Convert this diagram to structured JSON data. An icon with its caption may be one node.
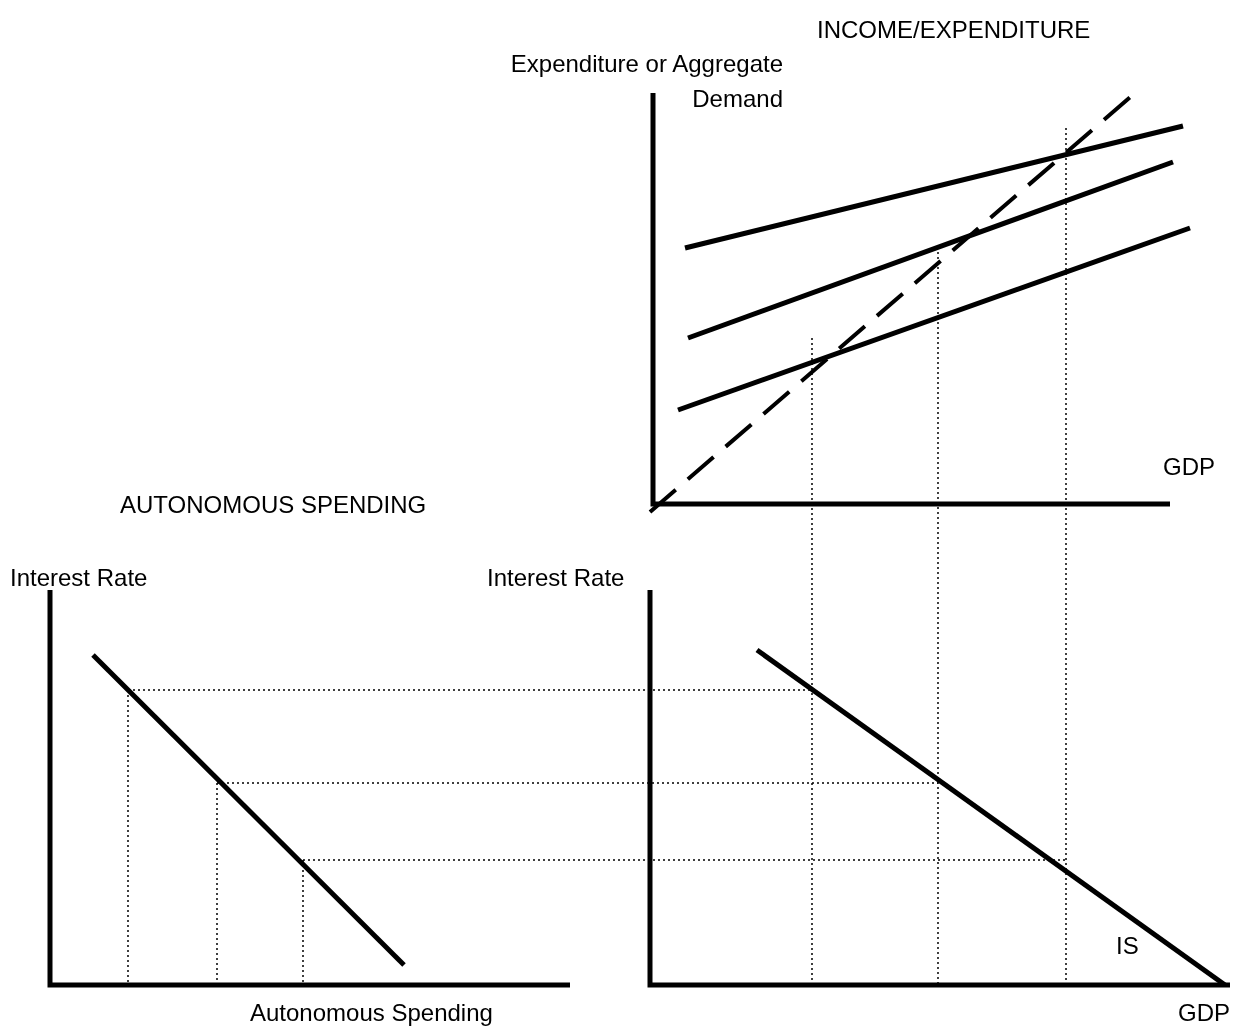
{
  "diagram": {
    "labels": [
      "INCOME/EXPENDITURE",
      "Expenditure or Aggregate Demand",
      "GDP",
      "AUTONOMOUS SPENDING",
      "Interest Rate",
      "Interest Rate",
      "IS",
      "Autonomous Spending",
      "GDP"
    ]
  }
}
